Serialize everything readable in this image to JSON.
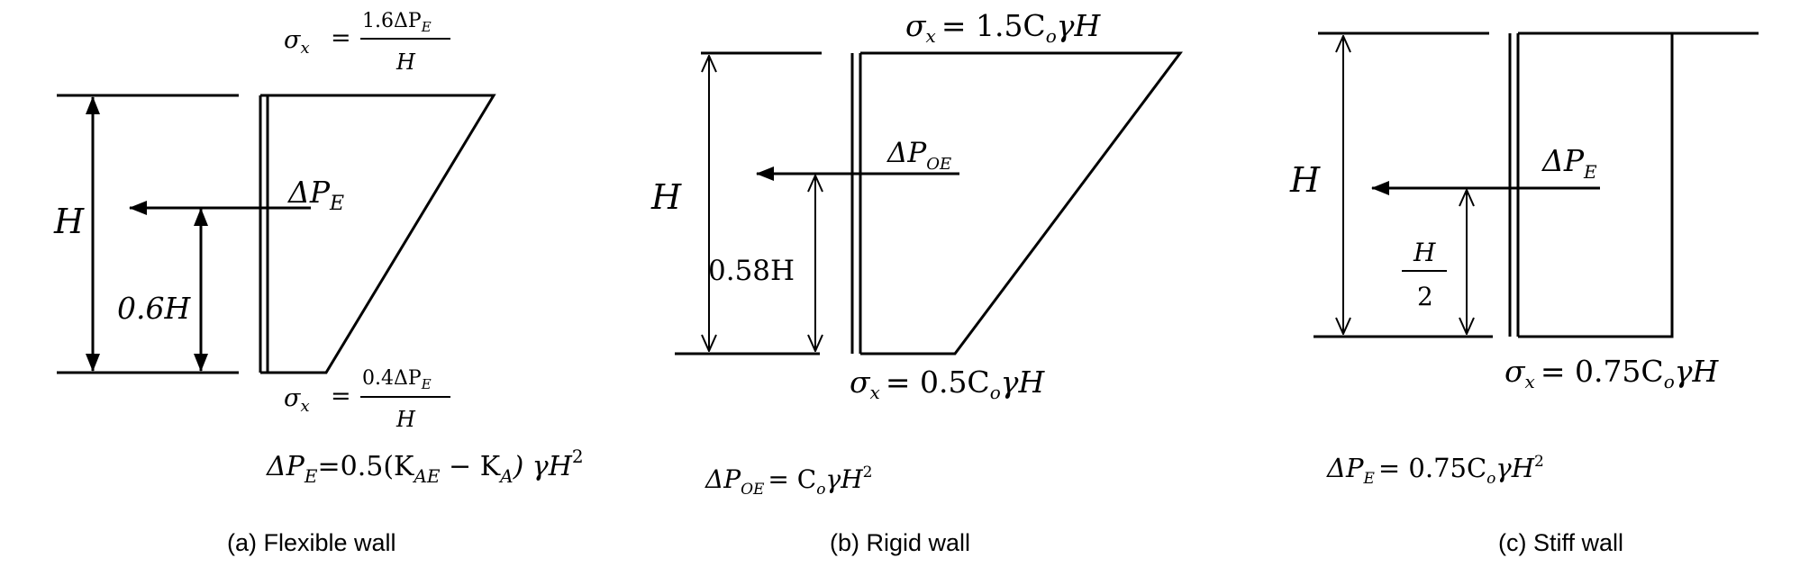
{
  "panels": {
    "a": {
      "caption": "(a) Flexible wall",
      "height_label": "H",
      "resultant_height": "0.6H",
      "force_label": "ΔP",
      "force_sub": "E",
      "top_stress": {
        "lhs": "σ",
        "lhs_sub": "x",
        "eq": "=",
        "num": "1.6ΔP",
        "num_sub": "E",
        "den": "H"
      },
      "bottom_stress": {
        "lhs": "σ",
        "lhs_sub": "x",
        "eq": "=",
        "num": "0.4ΔP",
        "num_sub": "E",
        "den": "H"
      },
      "formula": {
        "lhs": "ΔP",
        "lhs_sub": "E",
        "rhs_a": "=0.5(K",
        "rhs_sub1": "AE",
        "rhs_b": " − K",
        "rhs_sub2": "A",
        "rhs_c": ") γH",
        "rhs_sup": "2"
      }
    },
    "b": {
      "caption": "(b) Rigid wall",
      "height_label": "H",
      "resultant_height": "0.58H",
      "force_label": "ΔP",
      "force_sub": "OE",
      "top_stress": {
        "lhs": "σ",
        "lhs_sub": "x",
        "rhs": "= 1.5C",
        "rhs_sub": "o",
        "rhs_tail": "γH"
      },
      "bottom_stress": {
        "lhs": "σ",
        "lhs_sub": "x",
        "rhs": "= 0.5C",
        "rhs_sub": "o",
        "rhs_tail": "γH"
      },
      "formula": {
        "lhs": "ΔP",
        "lhs_sub": "OE",
        "rhs": "= C",
        "rhs_sub": "o",
        "rhs_tail": "γH",
        "rhs_sup": "2"
      }
    },
    "c": {
      "caption": "(c) Stiff wall",
      "height_label": "H",
      "resultant_num": "H",
      "resultant_den": "2",
      "force_label": "ΔP",
      "force_sub": "E",
      "bottom_stress": {
        "lhs": "σ",
        "lhs_sub": "x",
        "rhs": "= 0.75C",
        "rhs_sub": "o",
        "rhs_tail": "γH"
      },
      "formula": {
        "lhs": "ΔP",
        "lhs_sub": "E",
        "rhs": "= 0.75C",
        "rhs_sub": "o",
        "rhs_tail": "γH",
        "rhs_sup": "2"
      }
    }
  }
}
